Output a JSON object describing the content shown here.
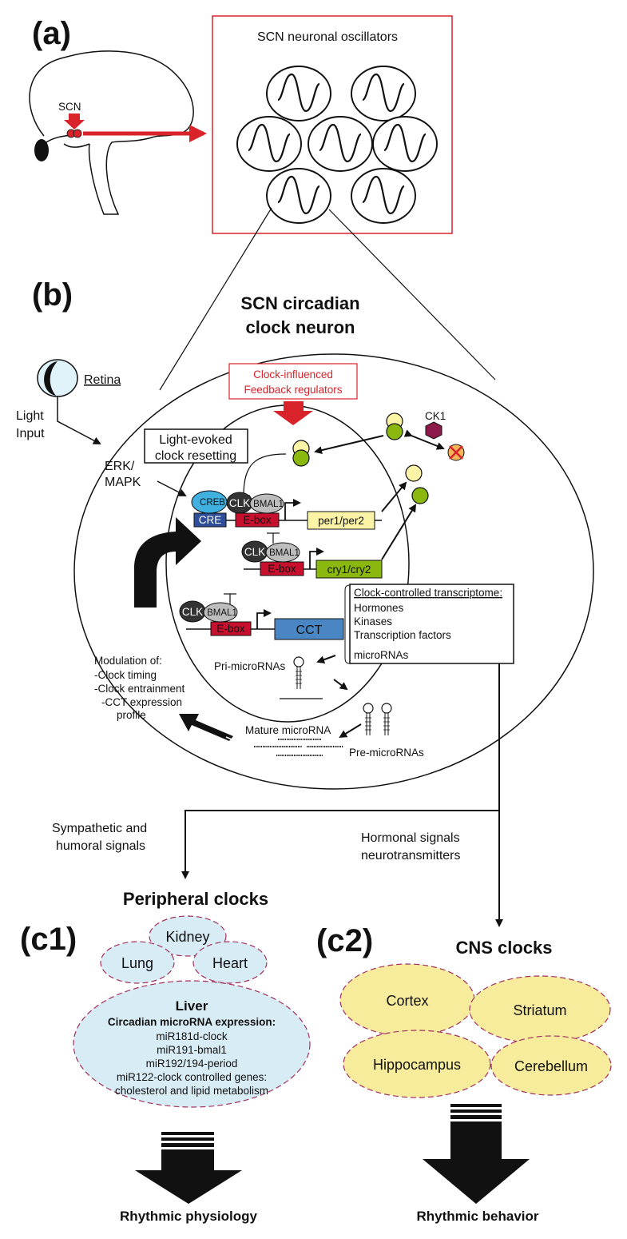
{
  "panels": {
    "a": "(a)",
    "b": "(b)",
    "c1": "(c1)",
    "c2": "(c2)"
  },
  "panel_a": {
    "scn_label": "SCN",
    "oscillators_title": "SCN neuronal oscillators"
  },
  "panel_b": {
    "title_line1": "SCN circadian",
    "title_line2": "clock neuron",
    "retina": "Retina",
    "light_input_1": "Light",
    "light_input_2": "Input",
    "erk_1": "ERK/",
    "erk_2": "MAPK",
    "resetting_1": "Light-evoked",
    "resetting_2": "clock resetting",
    "feedback_1": "Clock-influenced",
    "feedback_2": "Feedback regulators",
    "ck1": "CK1",
    "creb": "CREB",
    "cre": "CRE",
    "clk": "CLK",
    "bmal1": "BMAL1",
    "ebox": "E-box",
    "per": "per1/per2",
    "cry": "cry1/cry2",
    "cct": "CCT",
    "transcriptome": {
      "title": "Clock-controlled transcriptome:",
      "items": [
        "Hormones",
        "Kinases",
        "Transcription factors",
        "microRNAs"
      ]
    },
    "pri_mirna": "Pri-microRNAs",
    "pre_mirna": "Pre-microRNAs",
    "mature_mirna": "Mature microRNA",
    "modulation": [
      "Modulation of:",
      "-Clock timing",
      "-Clock entrainment",
      "-CCT expression",
      "profile"
    ]
  },
  "signals": {
    "left_1": "Sympathetic and",
    "left_2": "humoral signals",
    "right_1": "Hormonal signals",
    "right_2": "neurotransmitters"
  },
  "peripheral": {
    "title": "Peripheral clocks",
    "organs": [
      "Kidney",
      "Lung",
      "Heart"
    ],
    "liver": "Liver",
    "mirna_title": "Circadian microRNA expression:",
    "mirna_lines": [
      "miR181d-clock",
      "miR191-bmal1",
      "miR192/194-period",
      "miR122-clock controlled genes:",
      "cholesterol and lipid metabolism"
    ],
    "output": "Rhythmic physiology"
  },
  "cns": {
    "title": "CNS clocks",
    "regions": [
      "Cortex",
      "Striatum",
      "Hippocampus",
      "Cerebellum"
    ],
    "output": "Rhythmic behavior"
  },
  "colors": {
    "red": "#d8232a",
    "creb_blue": "#3fb0e0",
    "cre_navy": "#2e4e9a",
    "ebox_red": "#c8102e",
    "per_yellow": "#fbf3a6",
    "cry_green": "#8ab80e",
    "cct_blue": "#4a85c4",
    "peripheral_blue": "#d8ecf5",
    "cns_yellow": "#f7ec9b",
    "dash_outline": "#a03060"
  }
}
